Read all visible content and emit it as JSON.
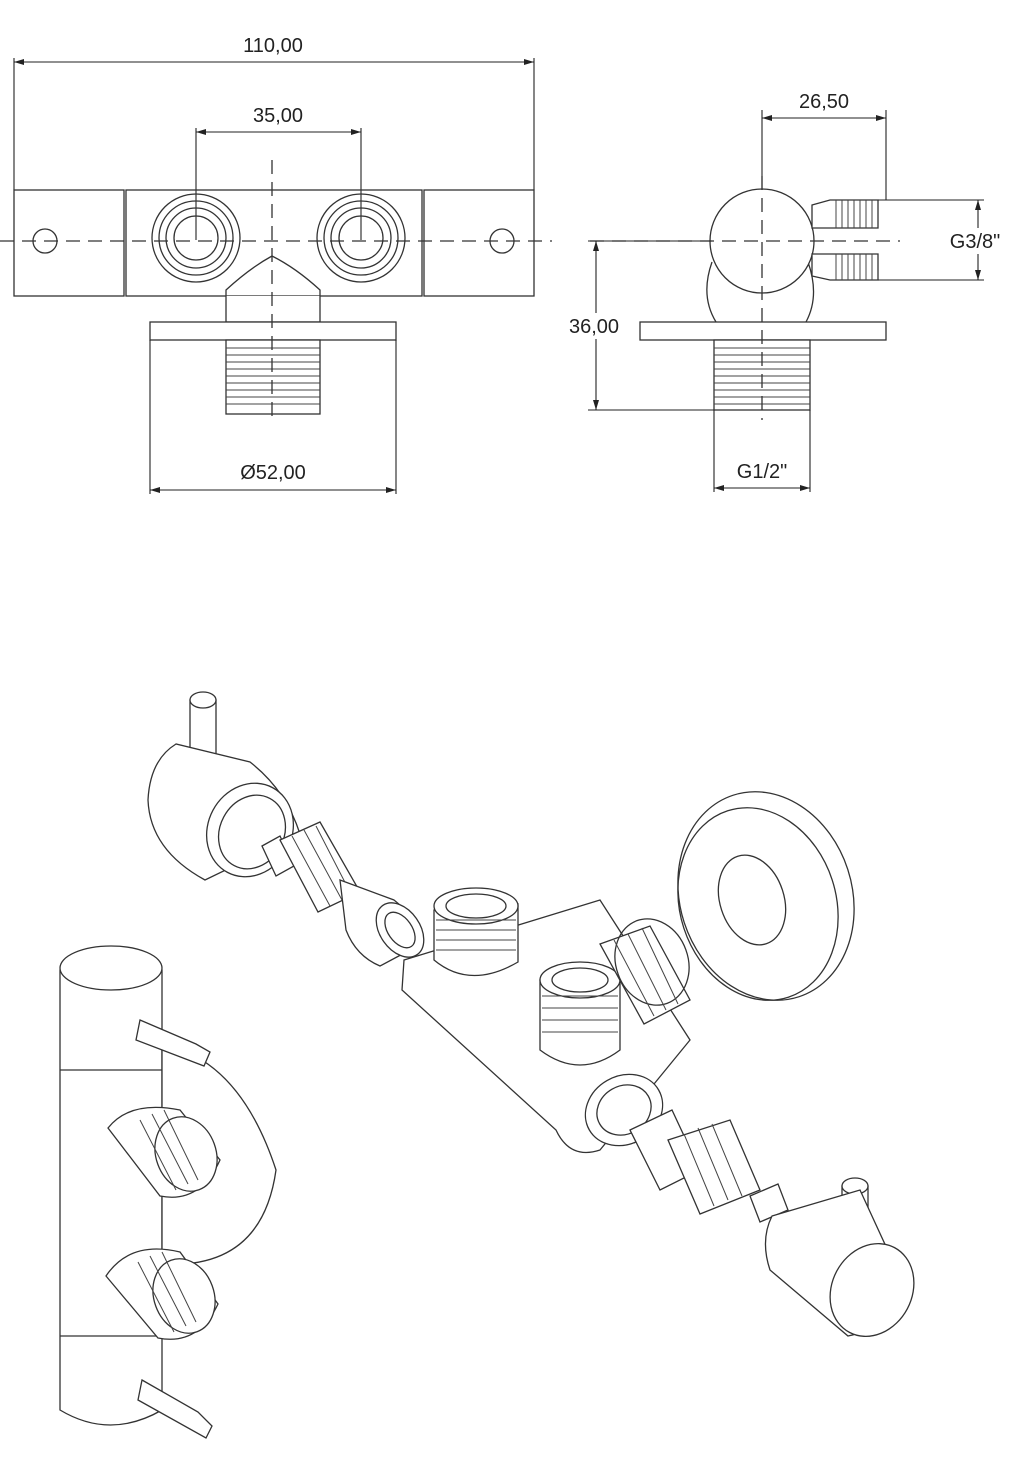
{
  "drawing": {
    "dimensions": {
      "overall_width": "110,00",
      "inlet_spacing": "35,00",
      "flange_diameter": "Ø52,00",
      "outlet_depth": "26,50",
      "outlet_thread": "G3/8\"",
      "body_height": "36,00",
      "inlet_thread": "G1/2\""
    }
  }
}
